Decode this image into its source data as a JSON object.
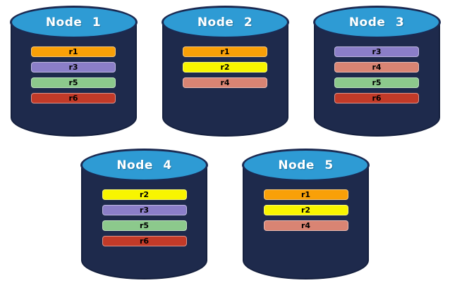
{
  "palette": {
    "background": "#FFFFFF",
    "cylinder_body": "#1E2A4C",
    "cylinder_outline": "#15203E",
    "cylinder_top_fill": "#2E9BD4",
    "title_text_color": "#FFFFFF",
    "replica_text_color": "#000000"
  },
  "replica_colors": {
    "r1": "#F9A008",
    "r2": "#F8F500",
    "r3": "#8B7EC8",
    "r4": "#D98473",
    "r5": "#8CC98C",
    "r6": "#C23A28"
  },
  "nodes": [
    {
      "name": "Node 1",
      "replicas": [
        {
          "label": "r1",
          "color": "#F9A008"
        },
        {
          "label": "r3",
          "color": "#8B7EC8"
        },
        {
          "label": "r5",
          "color": "#8CC98C"
        },
        {
          "label": "r6",
          "color": "#C23A28"
        }
      ]
    },
    {
      "name": "Node 2",
      "replicas": [
        {
          "label": "r1",
          "color": "#F9A008"
        },
        {
          "label": "r2",
          "color": "#F8F500"
        },
        {
          "label": "r4",
          "color": "#D98473"
        }
      ]
    },
    {
      "name": "Node 3",
      "replicas": [
        {
          "label": "r3",
          "color": "#8B7EC8"
        },
        {
          "label": "r4",
          "color": "#D98473"
        },
        {
          "label": "r5",
          "color": "#8CC98C"
        },
        {
          "label": "r6",
          "color": "#C23A28"
        }
      ]
    },
    {
      "name": "Node 4",
      "replicas": [
        {
          "label": "r2",
          "color": "#F8F500"
        },
        {
          "label": "r3",
          "color": "#8B7EC8"
        },
        {
          "label": "r5",
          "color": "#8CC98C"
        },
        {
          "label": "r6",
          "color": "#C23A28"
        }
      ]
    },
    {
      "name": "Node 5",
      "replicas": [
        {
          "label": "r1",
          "color": "#F9A008"
        },
        {
          "label": "r2",
          "color": "#F8F500"
        },
        {
          "label": "r4",
          "color": "#D98473"
        }
      ]
    }
  ]
}
